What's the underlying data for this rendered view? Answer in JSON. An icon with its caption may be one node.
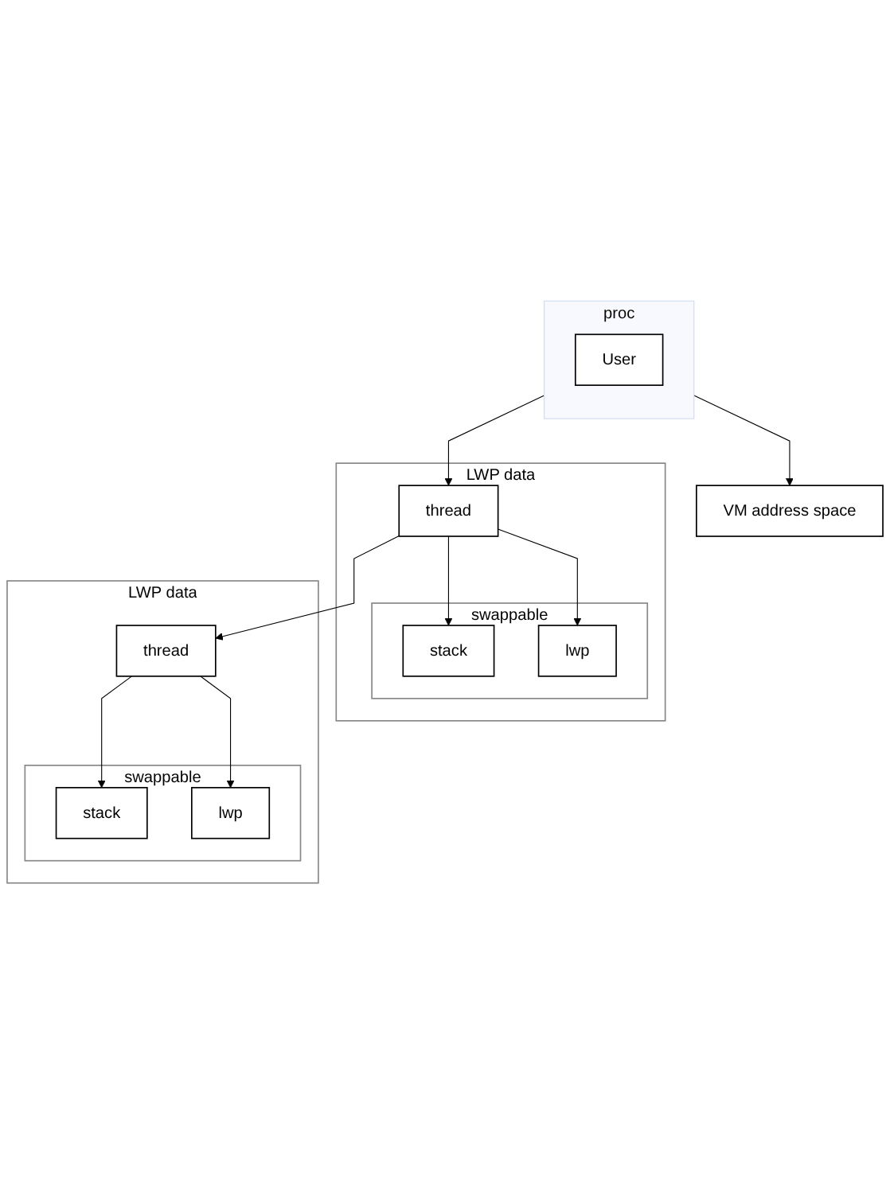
{
  "diagram": {
    "nodes": [
      {
        "text": [
          "proc"
        ]
      },
      {
        "text": [
          "User"
        ],
        "in": 0
      },
      {
        "text": [
          "VM address space"
        ]
      },
      {
        "text": [
          "LWP data"
        ]
      },
      {
        "text": [
          "thread"
        ],
        "in": 3
      },
      {
        "text": [
          "swappable"
        ],
        "in": 3
      },
      {
        "text": [
          "stack"
        ],
        "in": 5
      },
      {
        "text": [
          "lwp"
        ],
        "in": 5
      },
      {
        "text": [
          "LWP data"
        ]
      },
      {
        "text": [
          "thread"
        ],
        "in": 8
      },
      {
        "text": [
          "swappable"
        ],
        "in": 8
      },
      {
        "text": [
          "stack"
        ],
        "in": 10
      },
      {
        "text": [
          "lwp"
        ],
        "in": 10
      }
    ],
    "edges": [
      {
        "from": 0,
        "to": 2,
        "arrow": "to"
      },
      {
        "from": 0,
        "to": 4,
        "arrow": "to"
      },
      {
        "from": 4,
        "to": 9,
        "arrow": "to"
      },
      {
        "from": 4,
        "to": 7,
        "arrow": "to"
      },
      {
        "from": 4,
        "to": 6,
        "arrow": "to"
      },
      {
        "from": 9,
        "to": 12,
        "arrow": "to"
      },
      {
        "from": 9,
        "to": 11,
        "arrow": "to"
      }
    ]
  }
}
